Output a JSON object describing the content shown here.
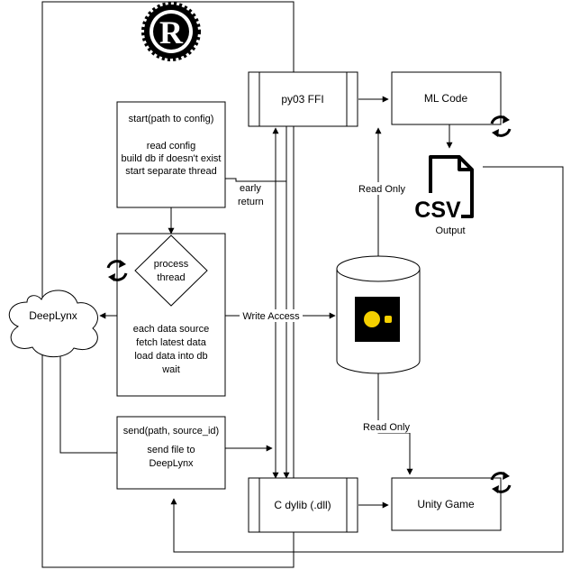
{
  "rust_panel": {
    "logo_letter": "R"
  },
  "start_box": {
    "title": "start(path to config)",
    "lines": [
      "read config",
      "build db if doesn't exist",
      "start separate thread"
    ]
  },
  "early_return": {
    "line1": "early",
    "line2": "return"
  },
  "process_box": {
    "diamond_line1": "process",
    "diamond_line2": "thread",
    "lines": [
      "each data source",
      "fetch latest data",
      "load data into db",
      "wait"
    ]
  },
  "send_box": {
    "title": "send(path, source_id)",
    "line1": "send file to",
    "line2": "DeepLynx"
  },
  "cloud": {
    "label": "DeepLynx"
  },
  "py03_box": {
    "label": "py03 FFI"
  },
  "cdylib_box": {
    "label": "C dylib (.dll)"
  },
  "ml_box": {
    "label": "ML Code"
  },
  "unity_box": {
    "label": "Unity Game"
  },
  "csv": {
    "badge": "CSV",
    "label": "Output"
  },
  "edges": {
    "read_only_top": "Read Only",
    "read_only_bottom": "Read Only",
    "write_access": "Write Access"
  },
  "colors": {
    "db_icon_bg": "#000000",
    "db_icon_fg": "#f5d000"
  }
}
